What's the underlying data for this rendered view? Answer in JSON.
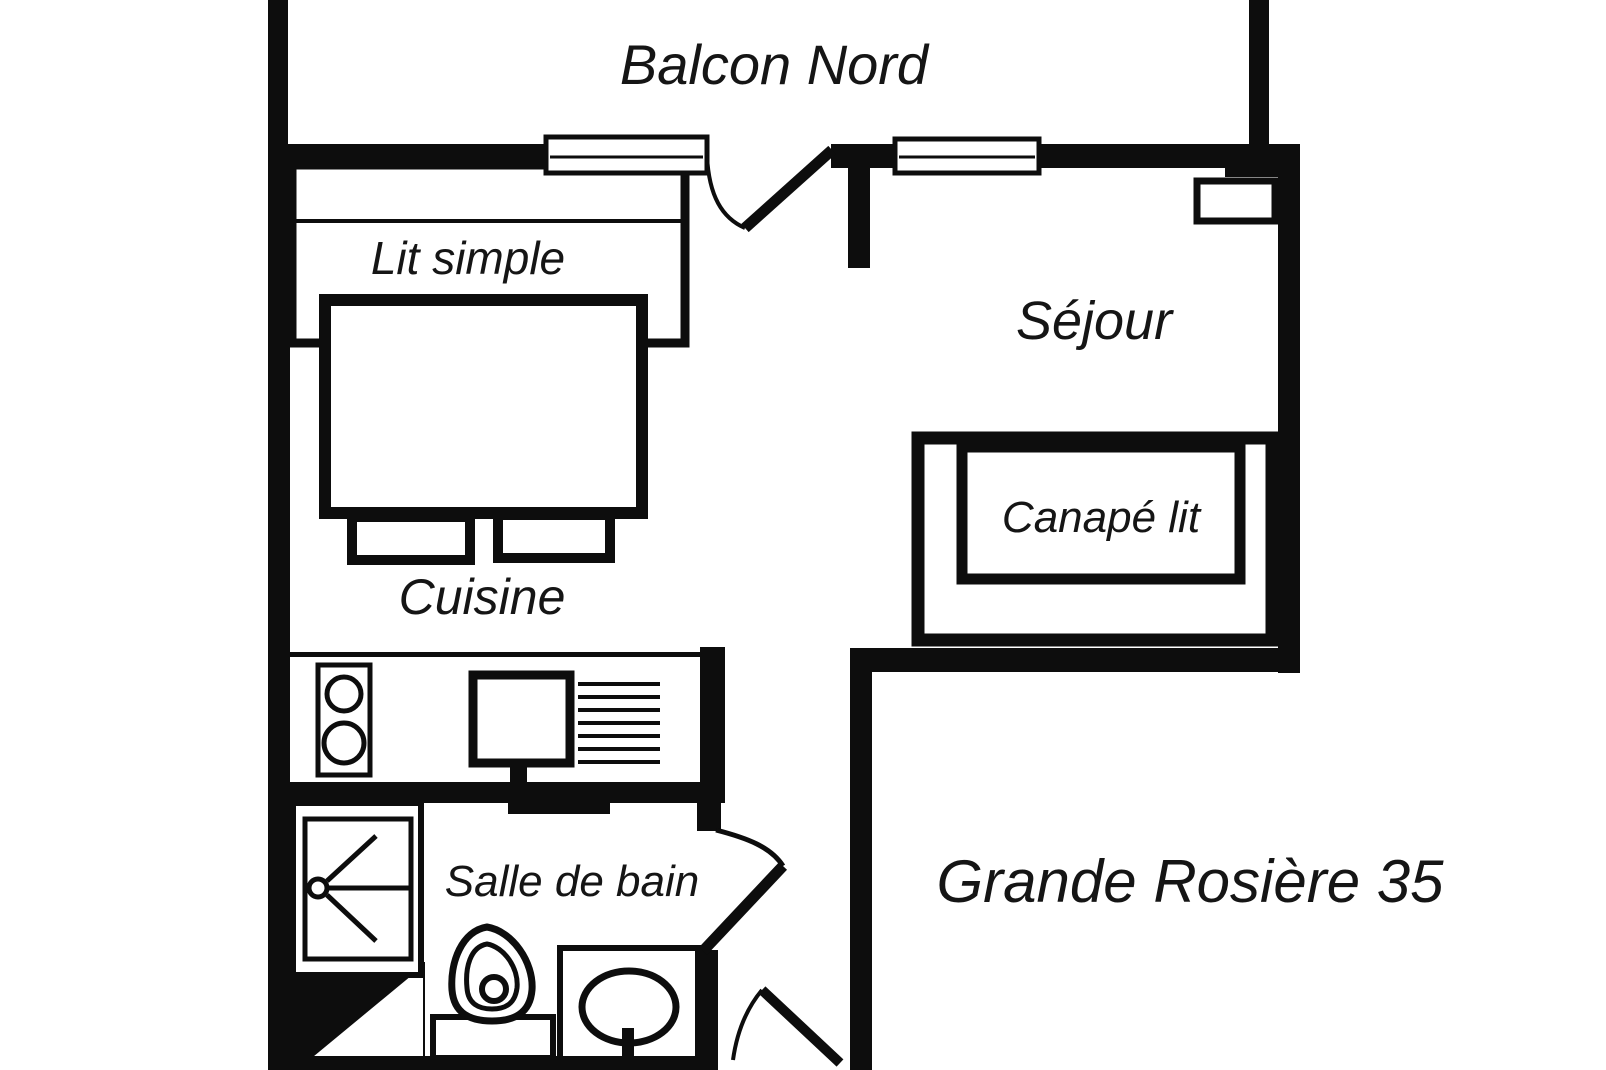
{
  "plan": {
    "title": "Grande Rosière 35",
    "labels": {
      "balcony": "Balcon Nord",
      "bed": "Lit simple",
      "living_room": "Séjour",
      "sofa_bed": "Canapé lit",
      "kitchen": "Cuisine",
      "bathroom": "Salle de bain"
    },
    "colors": {
      "walls": "#0d0d0d",
      "background": "#ffffff",
      "text": "#151515"
    },
    "fixtures": {
      "bedroom": [
        "single-bed-icon",
        "table-icon",
        "stool-icon",
        "stool-icon"
      ],
      "kitchen": [
        "stove-two-burners-icon",
        "tv-monitor-icon",
        "vent-grill-icon"
      ],
      "living_room": [
        "sofa-bed-icon",
        "radiator-icon"
      ],
      "bathroom": [
        "shower-icon",
        "toilet-icon",
        "sink-icon",
        "technical-shaft-icon"
      ],
      "openings": [
        "balcony-window-icon",
        "balcony-window-icon",
        "balcony-door-swing-icon",
        "bathroom-door-swing-icon",
        "entrance-door-swing-icon"
      ]
    }
  }
}
